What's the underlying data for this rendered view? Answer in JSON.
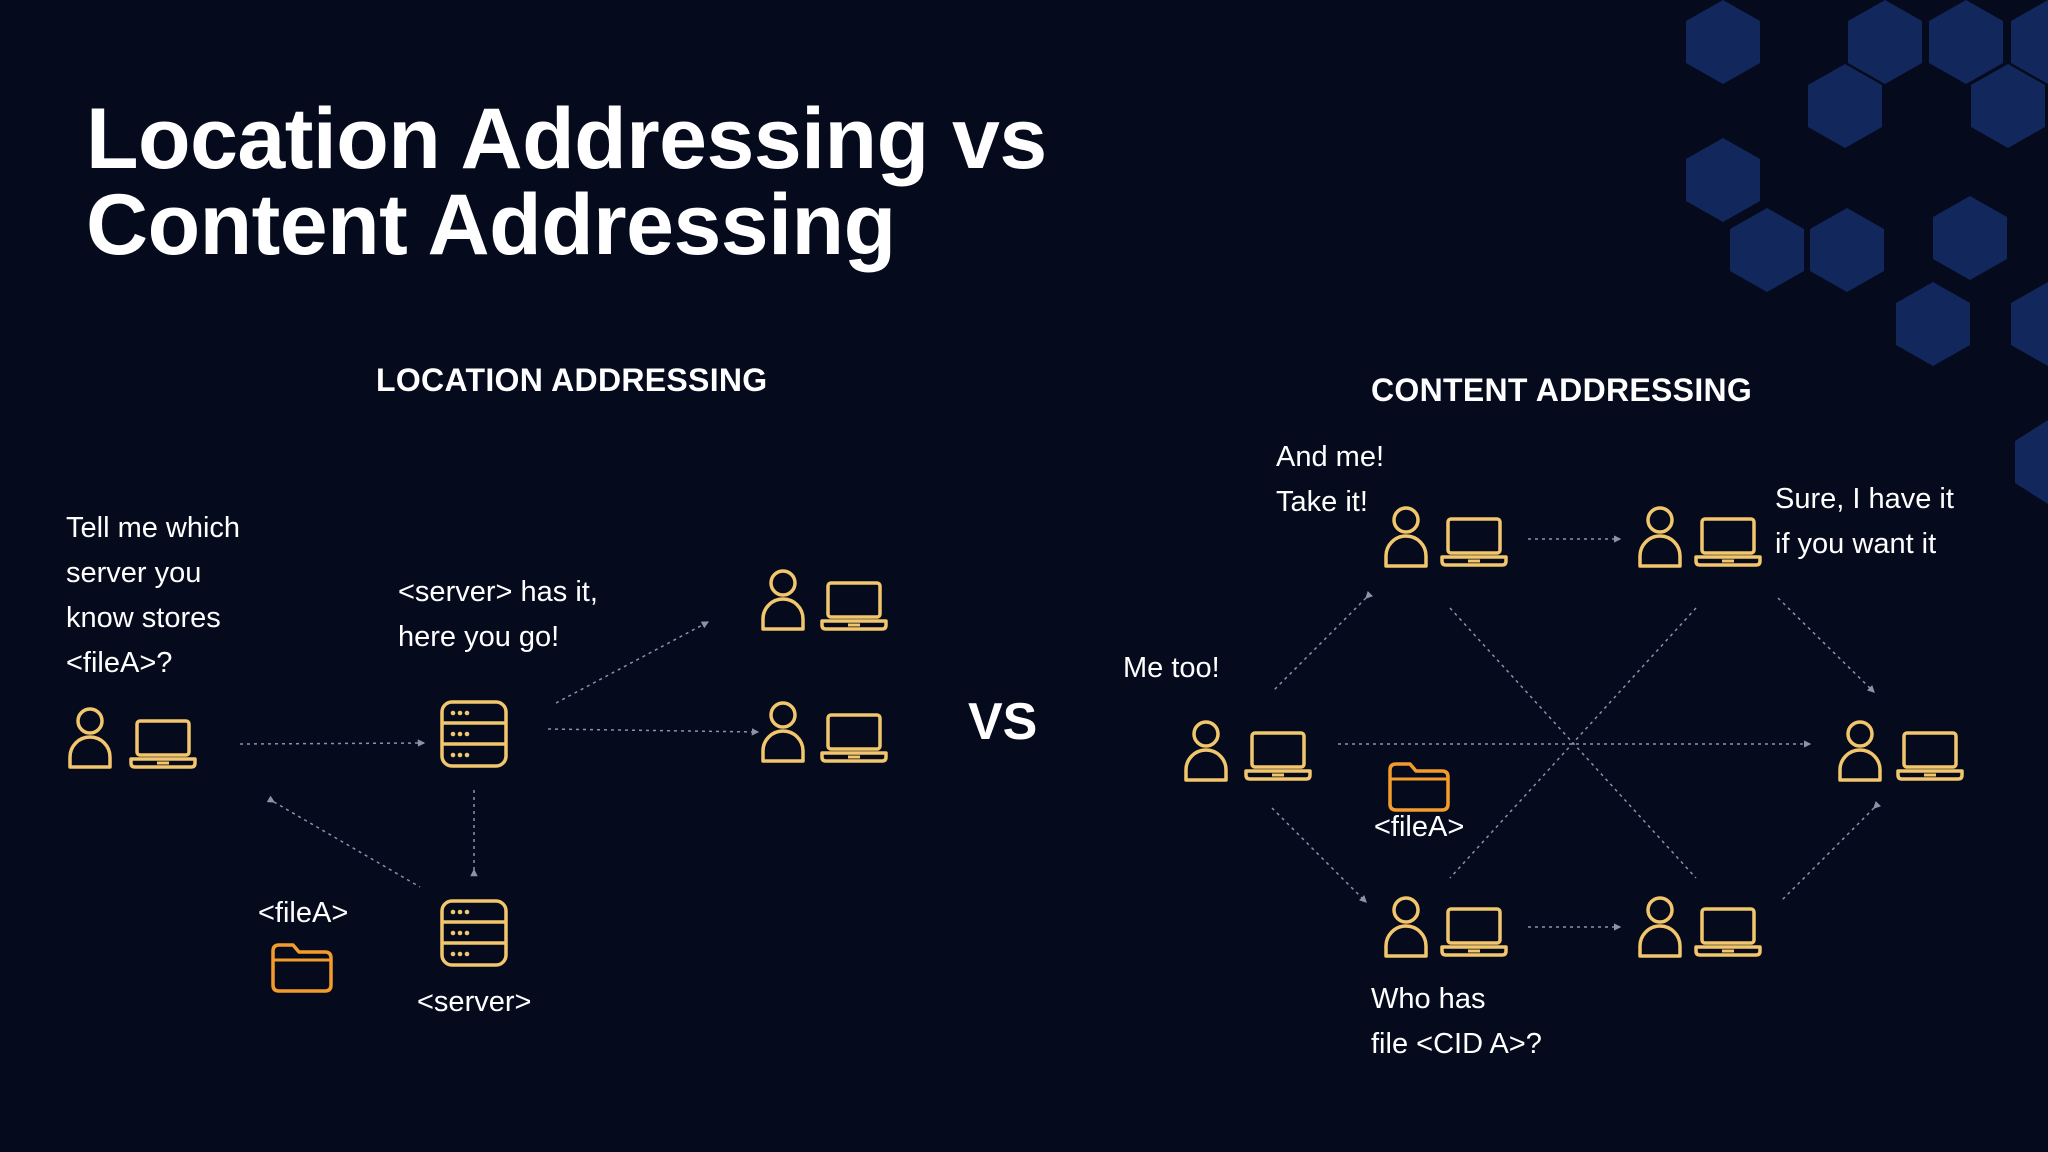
{
  "title": {
    "line1": "Location Addressing vs",
    "line2": "Content Addressing"
  },
  "vs_label": "VS",
  "location": {
    "heading": "LOCATION ADDRESSING",
    "client_question": [
      "Tell me which",
      "server you",
      "know stores",
      "<fileA>?"
    ],
    "server_reply": [
      "<server> has it,",
      "here you go!"
    ],
    "file_label": "<fileA>",
    "server_label": "<server>"
  },
  "content": {
    "heading": "CONTENT ADDRESSING",
    "and_me": [
      "And me!",
      "Take it!"
    ],
    "sure_have_it": [
      "Sure, I have it",
      "if you want it"
    ],
    "me_too": "Me too!",
    "file_label": "<fileA>",
    "who_has": [
      "Who has",
      "file <CID A>?"
    ]
  },
  "colors": {
    "background": "#050b1d",
    "icon_yellow": "#f2c66d",
    "folder_orange": "#f39c2b",
    "hexagon": "#12275c",
    "connector": "#8a93a8"
  },
  "icons": [
    "user-icon",
    "laptop-icon",
    "server-icon",
    "folder-icon"
  ]
}
